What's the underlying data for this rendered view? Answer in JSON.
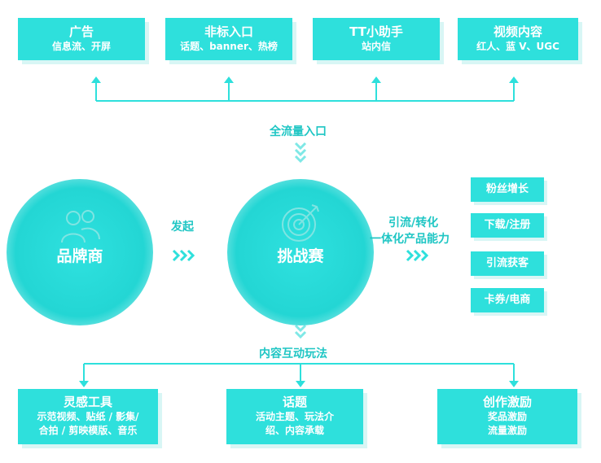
{
  "top_boxes": [
    {
      "title": "广告",
      "sub": "信息流、开屏"
    },
    {
      "title": "非标入口",
      "sub": "话题、banner、热榜"
    },
    {
      "title": "TT小助手",
      "sub": "站内信"
    },
    {
      "title": "视频内容",
      "sub": "红人、蓝 V、UGC"
    }
  ],
  "top_label": "全流量入口",
  "brand": "品牌商",
  "arrow_label": "发起",
  "challenge": "挑战赛",
  "right_label_1": "引流/转化",
  "right_label_2": "一体化产品能力",
  "right_items": [
    "粉丝增长",
    "下载/注册",
    "引流获客",
    "卡券/电商"
  ],
  "bottom_label": "内容互动玩法",
  "bottom_boxes": [
    {
      "title": "灵感工具",
      "sub1": "示范视频、贴纸 / 影集/",
      "sub2": "合拍 / 剪映模版、音乐"
    },
    {
      "title": "话题",
      "sub1": "活动主题、玩法介",
      "sub2": "绍、内容承载"
    },
    {
      "title": "创作激励",
      "sub1": "奖品激励",
      "sub2": "流量激励"
    }
  ],
  "colors": {
    "accent": "#2ee0dc",
    "text": "#1fc6c4",
    "shadow": "#d8f6f5"
  }
}
